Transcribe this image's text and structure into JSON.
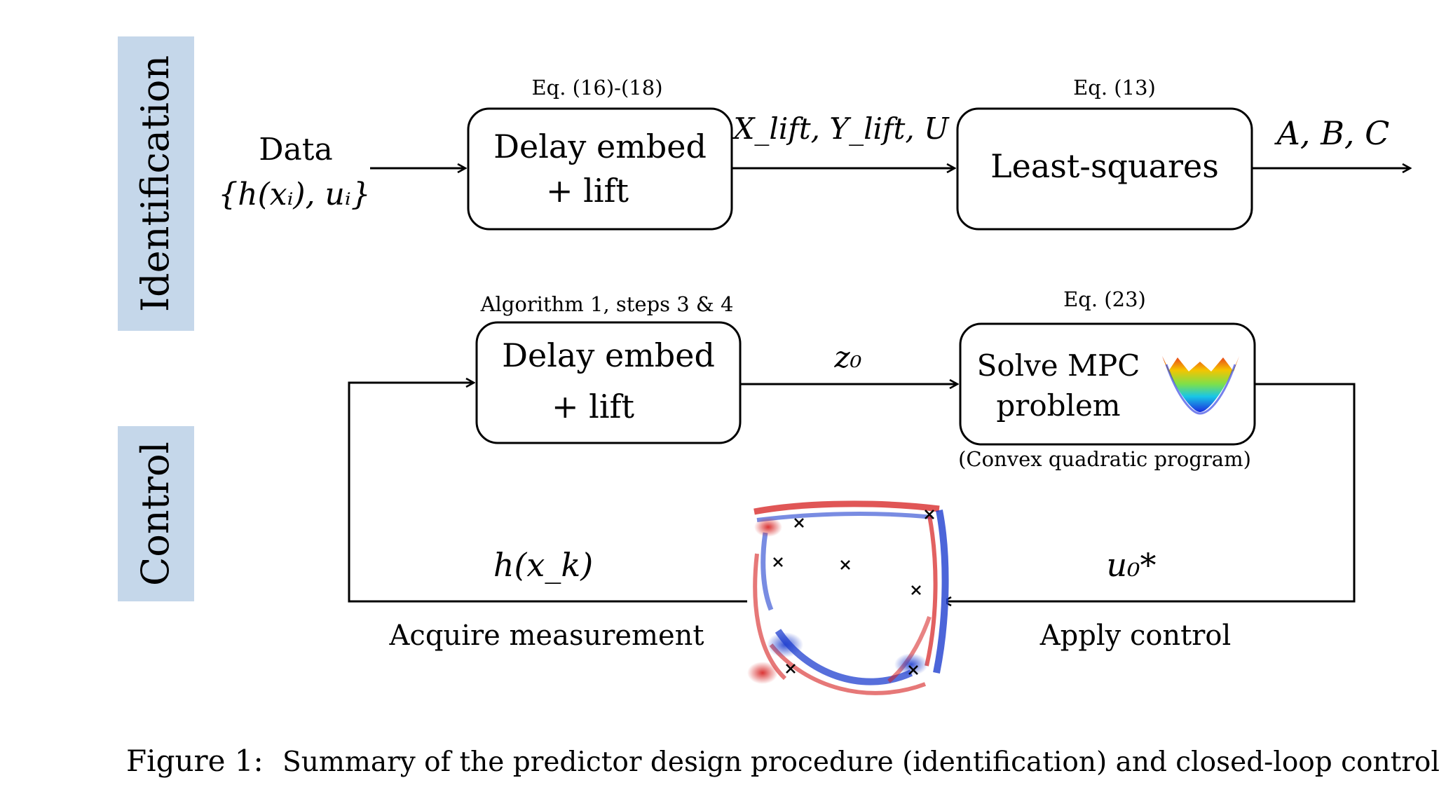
{
  "sections": {
    "identification_label": "Identification",
    "control_label": "Control",
    "band_color": "#c5d7ea"
  },
  "identification": {
    "input_label": "Data",
    "input_math": "{h(xᵢ), uᵢ}",
    "box1": {
      "ref": "Eq. (16)-(18)",
      "line1": "Delay embed",
      "line2": "+ lift"
    },
    "edge1_label": "X_lift, Y_lift, U",
    "box2": {
      "ref": "Eq. (13)",
      "line1": "Least-squares"
    },
    "output_label": "A, B, C"
  },
  "control": {
    "box1": {
      "ref": "Algorithm 1, steps 3 & 4",
      "line1": "Delay embed",
      "line2": "+ lift"
    },
    "edge1_label": "z₀",
    "box2": {
      "ref": "Eq. (23)",
      "line1": "Solve MPC",
      "line2": "problem",
      "note": "(Convex quadratic program)"
    },
    "feedback_left_math": "h(x_k)",
    "feedback_left_caption": "Acquire measurement",
    "feedback_right_math": "u₀*",
    "feedback_right_caption": "Apply control",
    "flow_icon": "cavity-flow-vorticity-image",
    "bowl_icon": "quadratic-bowl-surface-icon"
  },
  "caption": {
    "prefix": "Figure 1:",
    "text": "Summary of the predictor design procedure (identification) and closed-loop control."
  }
}
